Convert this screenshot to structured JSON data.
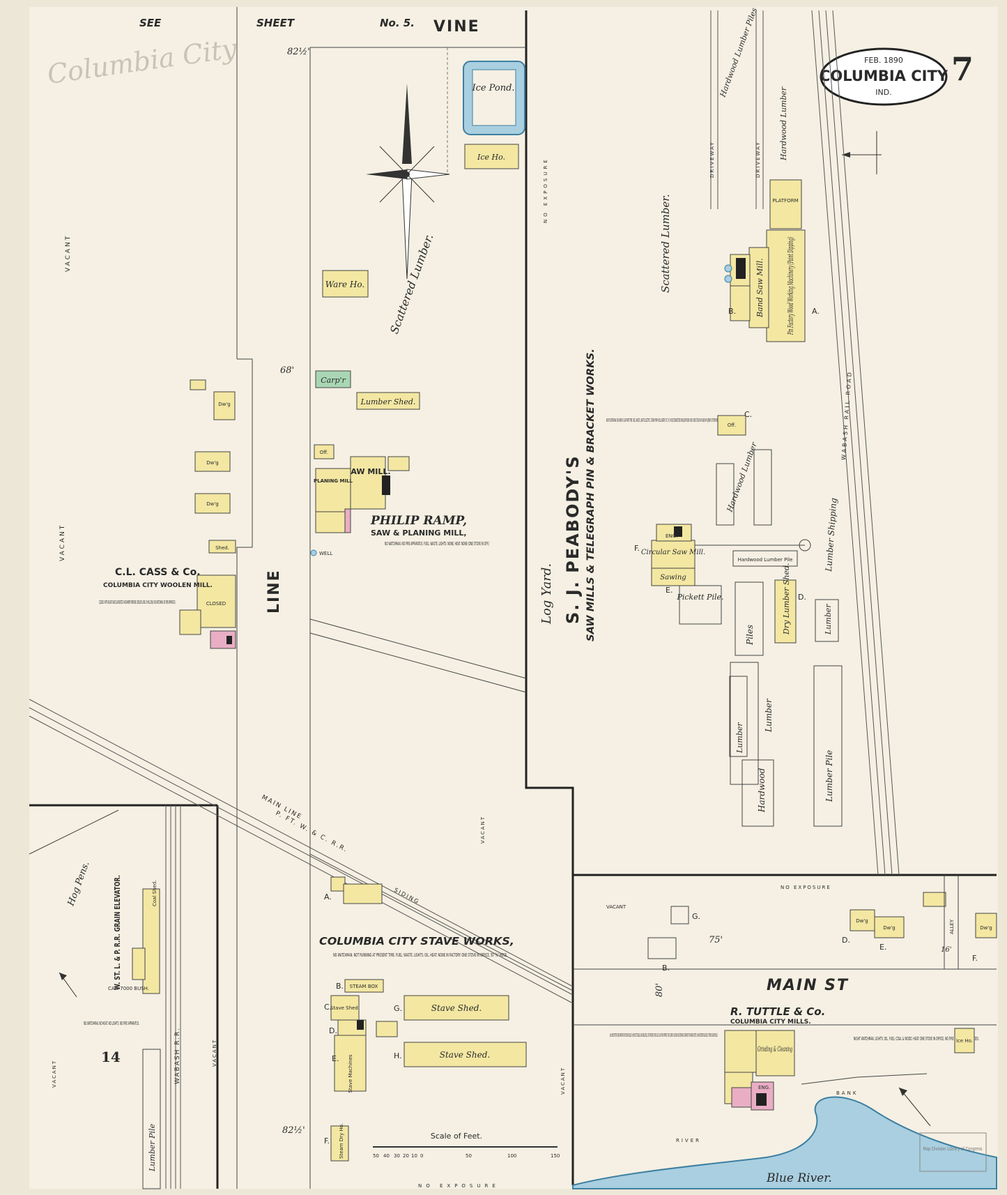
{
  "title": {
    "date": "FEB. 1890",
    "city": "COLUMBIA CITY",
    "state": "IND.",
    "sheet_number": "7",
    "handwritten": "Columbia City"
  },
  "header": {
    "see": "SEE",
    "sheet": "SHEET",
    "sheet_no": "No. 5.",
    "street": "VINE"
  },
  "streets": {
    "line": "LINE",
    "main": "MAIN ST",
    "width_line": "68'",
    "width_top": "82½'",
    "width_bottom": "82½'",
    "width_main_75": "75'",
    "width_main_80": "80'",
    "alley": "ALLEY",
    "alley_width": "16'"
  },
  "railroads": {
    "wabash": "WABASH RAIL ROAD",
    "main_line": "MAIN LINE",
    "pftw": "P. FT. W. & C. R.R.",
    "siding": "SIDING",
    "wabash_rr": "WABASH R.R.",
    "w_st_l": "W. ST. L. & P. R.R."
  },
  "features": {
    "ice_pond": "Ice Pond.",
    "blue_river": "Blue River.",
    "river": "RIVER",
    "bank": "BANK",
    "scale_title": "Scale of Feet.",
    "scale_ticks": [
      "50",
      "40",
      "30",
      "20",
      "10",
      "0",
      "50",
      "100",
      "150"
    ]
  },
  "labels": {
    "vacant": "VACANT",
    "no_exposure": "NO EXPOSURE",
    "scattered_lumber": "Scattered Lumber.",
    "log_yard": "Log Yard.",
    "hardwood_lumber_piles": "Hardwood Lumber Piles",
    "hardwood_lumber": "Hardwood Lumber",
    "driveway": "DRIVEWAY",
    "platform": "PLATFORM",
    "lumber": "Lumber",
    "piles": "Piles",
    "lumber_shipping": "Lumber Shipping",
    "lumber_pile": "Lumber Pile",
    "pickett_pile": "Pickett Pile.",
    "dry_lumber_shed": "Dry Lumber Shed.",
    "hardwood": "Hardwood",
    "hog_pens": "Hog Pens.",
    "well": "WELL",
    "block_14": "14",
    "hardwood_lumber_pile": "Hardwood Lumber Pile"
  },
  "buildings": {
    "ice_ho": "Ice Ho.",
    "ware_ho": "Ware Ho.",
    "carpr": "Carp'r",
    "lumber_shed": "Lumber Shed.",
    "off": "Off.",
    "saw_mill": "SAW MILL.",
    "planing_mill": "PLANING MILL",
    "dwg": "Dw'g",
    "shed": "Shed.",
    "closed": "CLOSED",
    "circular_saw_mill": "Circular Saw Mill.",
    "sawing": "Sawing",
    "band_saw_mill": "Band Saw Mill.",
    "pin_factory": "Pin Factory Wood Working Machinery (Paint Dipping)",
    "stave_shed": "Stave Shed.",
    "stave_machines": "Stave Machines",
    "steam_box": "STEAM BOX",
    "steam_dry_ho": "Steam Dry Ho.",
    "coal_shed": "Coal Shed.",
    "grinding": "Grinding & Cleaning",
    "ice_ho_small": "Ice Ho.",
    "eng": "ENG."
  },
  "businesses": {
    "ramp_name": "PHILIP RAMP,",
    "ramp_type": "SAW & PLANING MILL,",
    "ramp_notes": "NO WATCHMAN. NO FIRE APPARATUS. FUEL: WASTE. LIGHTS: NONE. HEAT: NONE (ONE STOVE IN OFF.)",
    "cass_name": "C.L. CASS & Co.",
    "cass_sub": "COLUMBIA CITY WOOLEN MILL.",
    "cass_notes": "CLOSED. PART VACANT AND DILAPIDATED. MACHINERY REMOVED. BOILER & ENG. IN MILL ONLY. NO WATCHMAN. NO FIRE APPARATUS.",
    "peabody_name": "S. J. PEABODY'S",
    "peabody_sub": "SAW MILLS & TELEGRAPH PIN & BRACKET WORKS.",
    "peabody_notes": "NIGHT WATCHMAN. RUN NIGHT & DAY PART TIME. FUEL: WASTE. LIGHTS: ELECTRIC. STEAM PUMP. WELL WATER. 50' 2½\" HOSE CONNECTED IN BOILER ROOM. HEAT: ONE STOVE IN FILING RM. JENNEY SYSTEM INCANDESCENT DYNAMO SIXTEEN LIGHT POWER.",
    "stave_name": "COLUMBIA CITY STAVE WORKS,",
    "stave_notes": "NO WATCHMAN. NOT RUNNING AT PRESENT TIME. FUEL: WASTE. LIGHTS: OIL. HEAT: NONE IN FACTORY. ONE STOVE IN OFFICE. 50' ¾\" HOSE.",
    "tuttle_name": "R. TUTTLE & Co.",
    "tuttle_sub": "COLUMBIA CITY MILLS.",
    "tuttle_notes": "NIGHT WATCHMAN. LIGHTS: OIL. FUEL: COAL & WOOD. HEAT: ONE STOVE IN OFFICE. NO FIRE APP. HAND GRENADES.",
    "tuttle_machinery": "Bas't ONE SMUTTER. ONE SEPARATOR. ONE CORN SHELLER. 1st NINE SET DOUBLE & ONE SINGLE ROLLS. TWO PACKERS. FOUR SCALES. 2nd FOUR PURIFIERS. TWO SCALPERS. FLOUR BIN. ONE CORN MEAL SEPARATOR. TWO BRAN DUSTERS. 3rd NINE CENTRIFUGAL REELS. FIFTEEN SCALPING REELS.",
    "elevator_name": "W. ST. L. & P. R.R. GRAIN ELEVATOR.",
    "elevator_cap": "CAP. 7000 BUSH.",
    "elevator_notes": "NO WATCHMAN. NO HEAT. NO LIGHTS. NO FIRE APPARATUS."
  },
  "letters": [
    "A.",
    "B.",
    "C.",
    "D.",
    "E.",
    "F.",
    "G.",
    "H."
  ],
  "stamp": "Map Division Library of Congress",
  "colors": {
    "paper": "#efe9da",
    "frame": "#f4efe2",
    "building": "#f3e7a2",
    "brick": "#e9aec4",
    "stone": "#a9d6b4",
    "water": "#a9cfe0"
  }
}
